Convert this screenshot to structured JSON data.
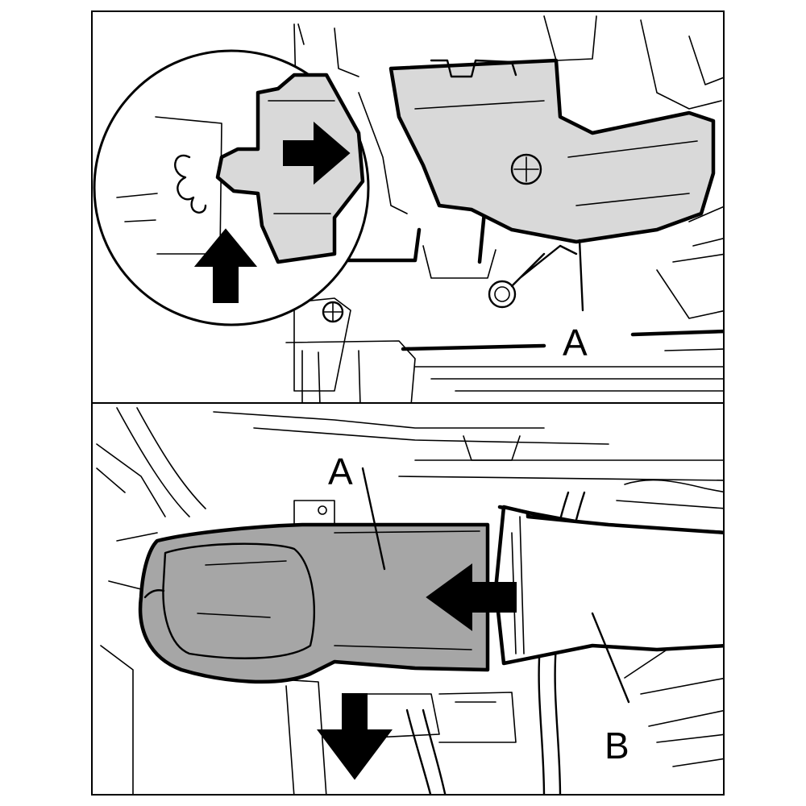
{
  "colors": {
    "line": "#000000",
    "part_fill": "#d9d9d9",
    "part_fill_dark": "#a6a6a6",
    "background": "#ffffff"
  },
  "top_panel": {
    "label_part": "A"
  },
  "bottom_panel": {
    "label_part_a": "A",
    "label_part_b": "B"
  }
}
